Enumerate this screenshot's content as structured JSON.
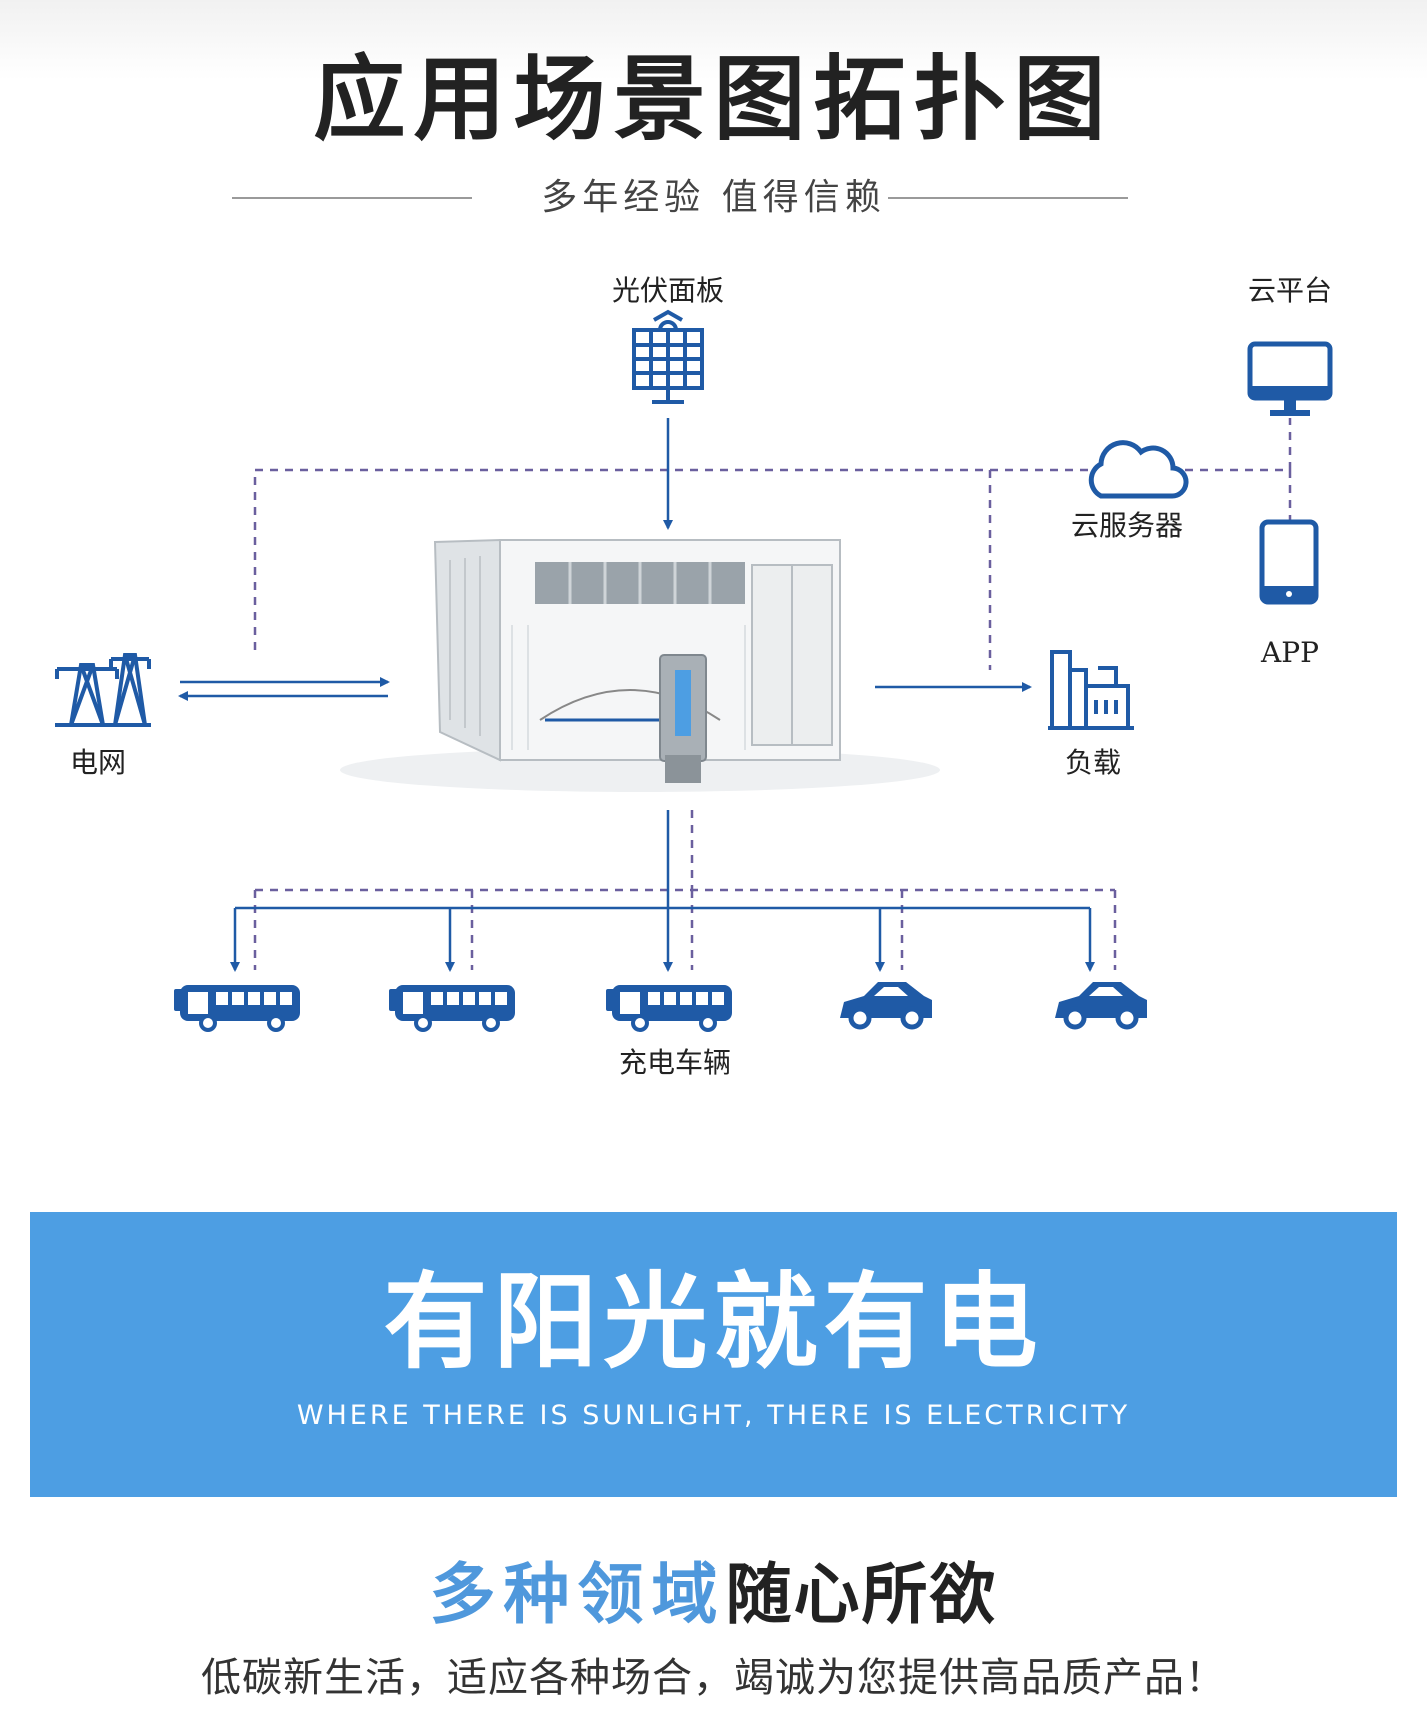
{
  "header": {
    "title": "应用场景图拓扑图",
    "subtitle": "多年经验 值得信赖"
  },
  "diagram": {
    "pv_label": "光伏面板",
    "cloud_platform_label": "云平台",
    "cloud_server_label": "云服务器",
    "app_label": "APP",
    "grid_label": "电网",
    "load_label": "负载",
    "ev_label": "充电车辆",
    "icon_color": "#1f5aa6",
    "link_color": "#6a5f9e"
  },
  "banner": {
    "title": "有阳光就有电",
    "subtitle": "WHERE THERE IS SUNLIGHT, THERE IS ELECTRICITY",
    "color": "#4d9ee3"
  },
  "section": {
    "heading_blue": "多种领域",
    "heading_dark": "随心所欲",
    "tagline": "低碳新生活，适应各种场合，竭诚为您提供高品质产品！"
  }
}
